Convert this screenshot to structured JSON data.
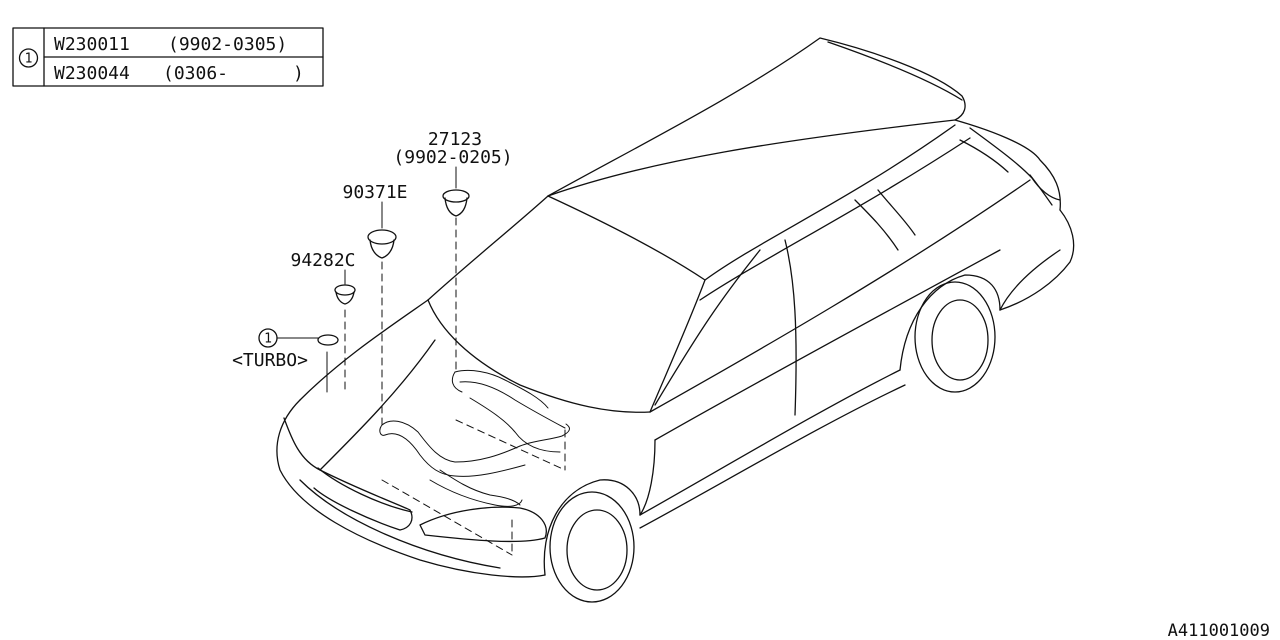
{
  "legend": {
    "ref": "1",
    "rows": [
      {
        "part": "W230011",
        "range": "(9902-0305)"
      },
      {
        "part": "W230044",
        "range": "(0306-      )"
      }
    ]
  },
  "callouts": {
    "p27123": {
      "number": "27123",
      "range": "(9902-0205)"
    },
    "p90371e": {
      "number": "90371E"
    },
    "p94282c": {
      "number": "94282C"
    },
    "turbo": {
      "ref": "1",
      "note": "<TURBO>"
    }
  },
  "diagram_id": "A411001009"
}
